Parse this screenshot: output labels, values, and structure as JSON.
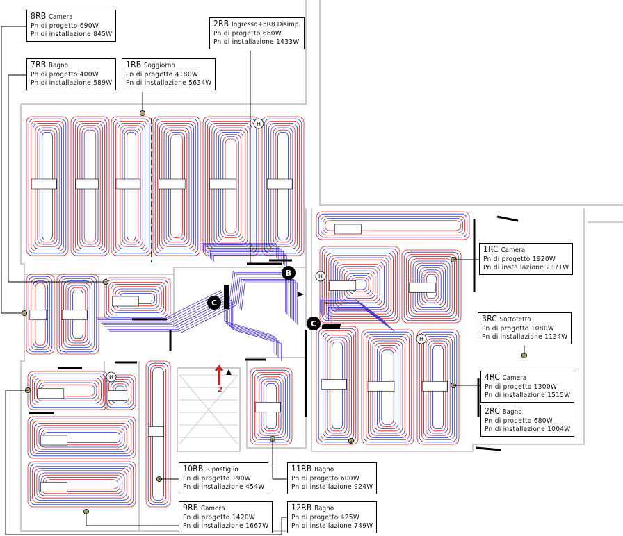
{
  "legend_label": {
    "pn_design": "Pn di progetto",
    "pn_install": "Pn di installazione"
  },
  "zones": [
    {
      "code": "8RB",
      "name": "Camera",
      "design": "690W",
      "install": "845W"
    },
    {
      "code": "2RB",
      "name": "Ingresso+6RB Disimp.",
      "design": "660W",
      "install": "1433W"
    },
    {
      "code": "7RB",
      "name": "Bagno",
      "design": "400W",
      "install": "589W"
    },
    {
      "code": "1RB",
      "name": "Soggiorno",
      "design": "4180W",
      "install": "5634W"
    },
    {
      "code": "1RC",
      "name": "Camera",
      "design": "1920W",
      "install": "2371W"
    },
    {
      "code": "3RC",
      "name": "Sottotetto",
      "design": "1080W",
      "install": "1134W"
    },
    {
      "code": "4RC",
      "name": "Camera",
      "design": "1300W",
      "install": "1515W"
    },
    {
      "code": "2RC",
      "name": "Bagno",
      "design": "680W",
      "install": "1004W"
    },
    {
      "code": "10RB",
      "name": "Ripostiglio",
      "design": "190W",
      "install": "454W"
    },
    {
      "code": "11RB",
      "name": "Bagno",
      "design": "600W",
      "install": "924W"
    },
    {
      "code": "9RB",
      "name": "Camera",
      "design": "1420W",
      "install": "1667W"
    },
    {
      "code": "12RB",
      "name": "Bagno",
      "design": "425W",
      "install": "749W"
    }
  ],
  "manifolds": [
    "C",
    "B",
    "C"
  ],
  "stair_label": "2",
  "colors": {
    "supply": "#e02020",
    "return": "#2030d0",
    "wall": "#cccccc",
    "marker": "#a8a070"
  }
}
